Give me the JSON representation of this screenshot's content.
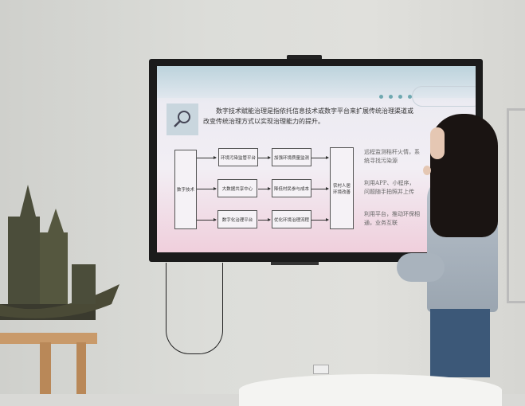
{
  "slide": {
    "intro": "数字技术赋能治理是指依托信息技术或数字平台来扩展传统治理渠道或改变传统治理方式以实现治理能力的提升。",
    "source_box": "数字技术",
    "row1": [
      "环境污染监管平台",
      "加强环境质量监测"
    ],
    "row2": [
      "大数据共享中心",
      "降低村民参与成本"
    ],
    "row3": [
      "数字化治理平台",
      "优化环境治理流程"
    ],
    "result_box": "农村人居环境改善",
    "notes": [
      "远程监测秸秆火情，系统寻找污染源",
      "利用APP、小程序，问题随手拍照并上传",
      "利用平台，推动环保相通，业务互联"
    ]
  },
  "colors": {
    "accent": "#6fa8b0",
    "screen_bottom": "#f0cfdc"
  }
}
